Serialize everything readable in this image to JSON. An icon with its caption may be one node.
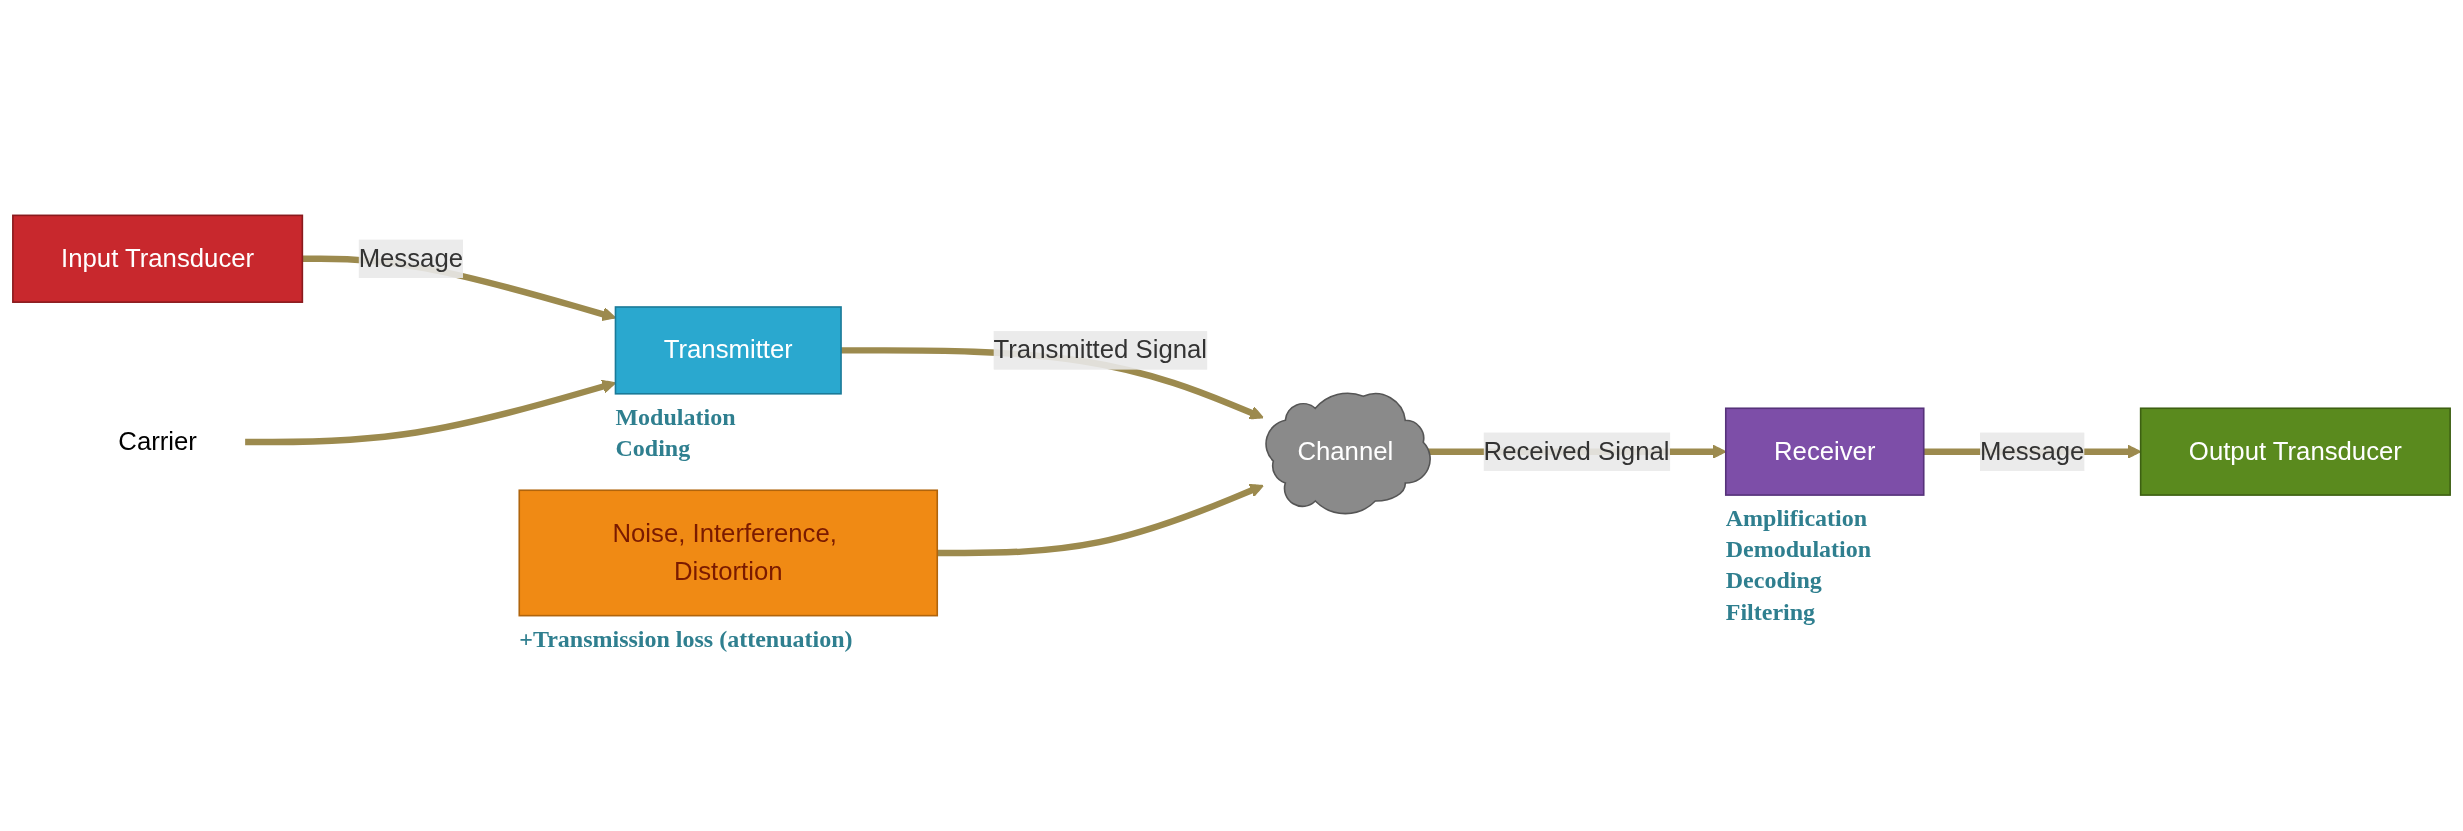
{
  "diagram": {
    "nodes": [
      {
        "text": [
          "Input Transducer"
        ]
      },
      {
        "text": [
          "Transmitter"
        ],
        "beside": [
          "Modulation",
          "Coding"
        ]
      },
      {
        "text": [
          "Channel"
        ]
      },
      {
        "text": [
          "Receiver"
        ],
        "beside": [
          "Amplification",
          "Demodulation",
          "Decoding",
          "Filtering"
        ]
      },
      {
        "text": [
          "Output Transducer"
        ]
      },
      {
        "text": [
          "Carrier"
        ]
      },
      {
        "text": [
          "Noise, Interference, Distortion"
        ],
        "beside": [
          "+Transmission loss (attenuation)"
        ]
      }
    ],
    "edges": [
      {
        "from": 0,
        "to": 1,
        "arrow": "to",
        "label": "Message"
      },
      {
        "from": 1,
        "to": 2,
        "arrow": "to",
        "label": "Transmitted Signal"
      },
      {
        "from": 2,
        "to": 3,
        "arrow": "to",
        "label": "Received Signal"
      },
      {
        "from": 3,
        "to": 4,
        "arrow": "to",
        "label": "Message"
      },
      {
        "from": 5,
        "to": 1,
        "arrow": "to"
      },
      {
        "from": 6,
        "to": 2,
        "arrow": "to"
      }
    ]
  }
}
